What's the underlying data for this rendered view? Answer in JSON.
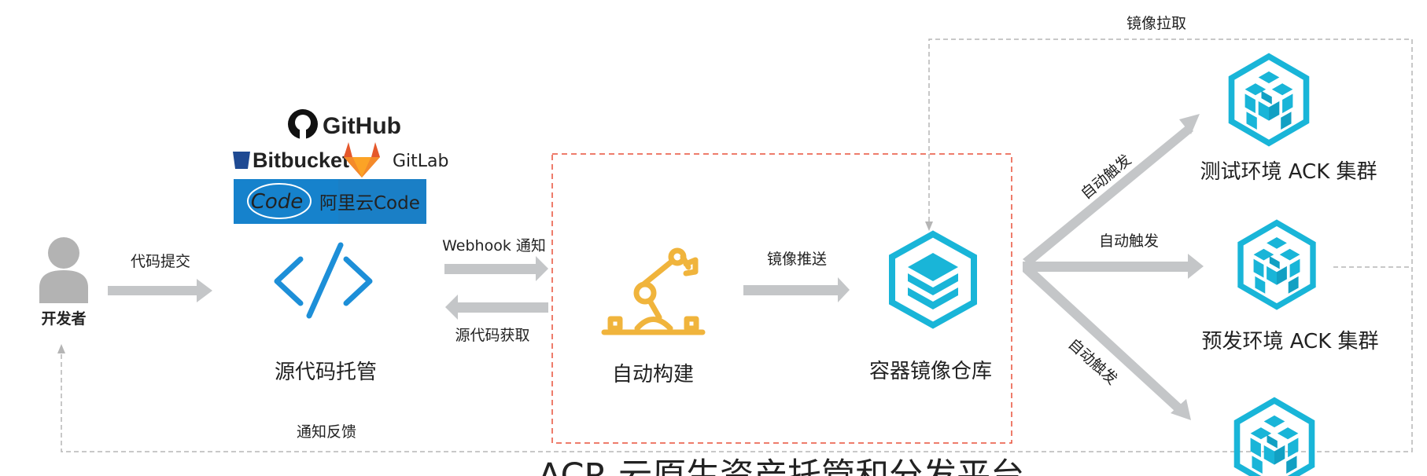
{
  "developer": {
    "label": "开发者"
  },
  "flows": {
    "commit": "代码提交",
    "webhook": "Webhook 通知",
    "source_fetch": "源代码获取",
    "image_push": "镜像推送",
    "image_pull": "镜像拉取",
    "feedback": "通知反馈",
    "auto_trigger_top": "自动触发",
    "auto_trigger_mid": "自动触发",
    "auto_trigger_bottom": "自动触发"
  },
  "providers": {
    "github": "GitHub",
    "bitbucket": "Bitbucket",
    "gitlab": "GitLab",
    "aliyun_code_logo": "Code",
    "aliyun_code_text": "阿里云Code"
  },
  "nodes": {
    "source_hosting": "源代码托管",
    "auto_build": "自动构建",
    "registry": "容器镜像仓库",
    "test_cluster": "测试环境 ACK 集群",
    "staging_cluster": "预发环境 ACK 集群"
  },
  "platform": {
    "title": "ACR 云原生资产托管和分发平台"
  },
  "colors": {
    "arrow": "#c4c6c8",
    "cyan": "#19b5d8",
    "blue": "#1d8fd8",
    "orange": "#f0b43c",
    "dashed_box": "#e8503a",
    "dashed_line": "#b5b5b5",
    "person": "#b3b3b3",
    "aliyun_bg": "#1a7fc6"
  }
}
